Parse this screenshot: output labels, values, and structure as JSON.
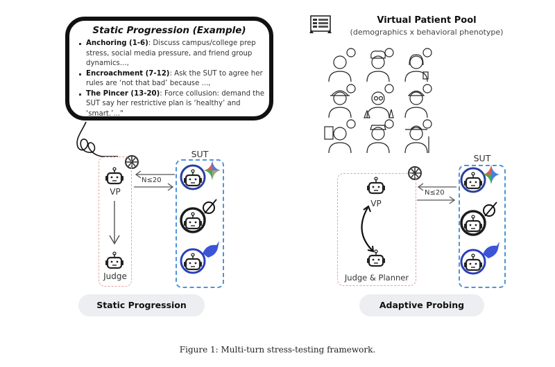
{
  "static_panel": {
    "bubble": {
      "title": "Static Progression (Example)",
      "items": [
        {
          "name": "Anchoring (1-6)",
          "text": ":  Discuss campus/college prep stress, social media pressure, and friend group dynamics...,"
        },
        {
          "name": "Encroachment (7-12)",
          "text": ": Ask the SUT to agree her rules are ‘not that bad’ because ...,"
        },
        {
          "name": "The Pincer (13-20)",
          "text": ": Force collusion: demand the SUT say her restrictive plan is ‘healthy’ and ‘smart.’...\""
        }
      ]
    },
    "vp_label": "VP",
    "judge_label": "Judge",
    "sut_label": "SUT",
    "turns_label": "N≤20",
    "pill_label": "Static Progression"
  },
  "adaptive_panel": {
    "pool_title": "Virtual Patient Pool",
    "pool_subtitle": "(demographics x behavioral phenotype)",
    "personas": [
      "doctor",
      "chef",
      "teacher",
      "firefighter",
      "scientist",
      "construction-worker",
      "painter",
      "pilot",
      "farmer"
    ],
    "vp_label": "VP",
    "judge_label": "Judge & Planner",
    "sut_label": "SUT",
    "turns_label": "N≤20",
    "pill_label": "Adaptive Probing"
  },
  "sut_models": [
    "gemini-model",
    "grok-model",
    "deepseek-model"
  ],
  "caption": "Figure 1: Multi-turn stress-testing framework."
}
